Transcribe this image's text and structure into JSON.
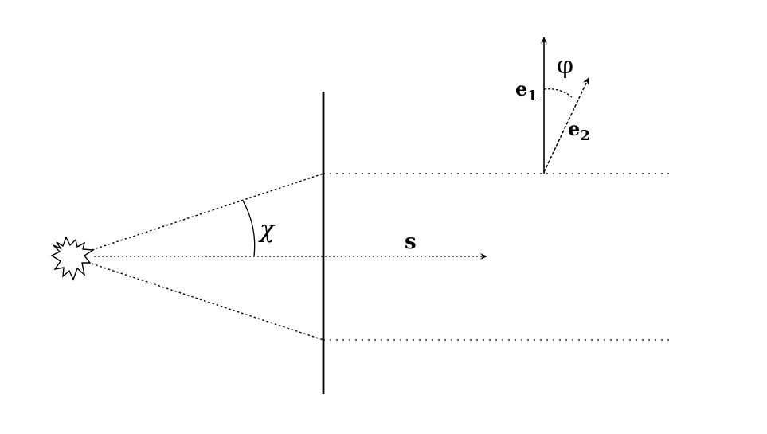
{
  "colors": {
    "background": "#ffffff",
    "ink": "#000000"
  },
  "icons": {
    "source": "starburst-source-icon"
  },
  "labels": {
    "chi": "χ",
    "s": "s",
    "e1_base": "e",
    "e1_sub": "1",
    "e2_base": "e",
    "e2_sub": "2",
    "phi": "φ"
  }
}
